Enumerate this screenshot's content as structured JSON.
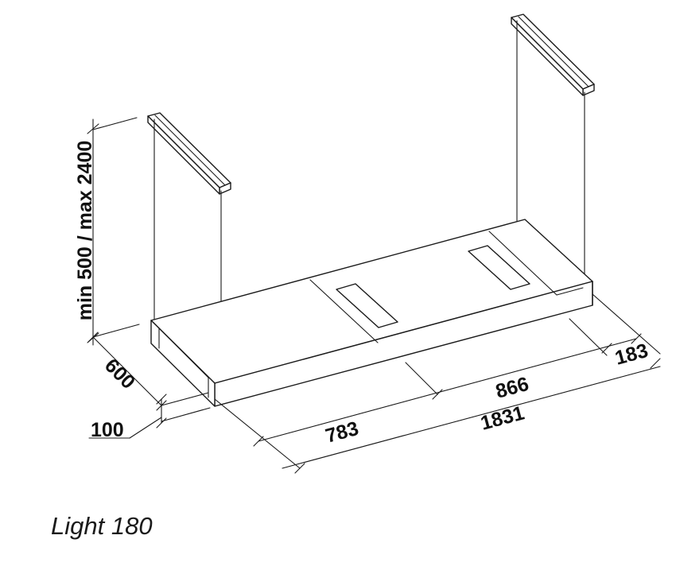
{
  "dimensions": {
    "height_range": "min 500 / max 2400",
    "depth": "600",
    "thickness": "100",
    "offset_left": "783",
    "middle_span": "866",
    "offset_right": "183",
    "total_length": "1831"
  },
  "caption": "Light 180"
}
